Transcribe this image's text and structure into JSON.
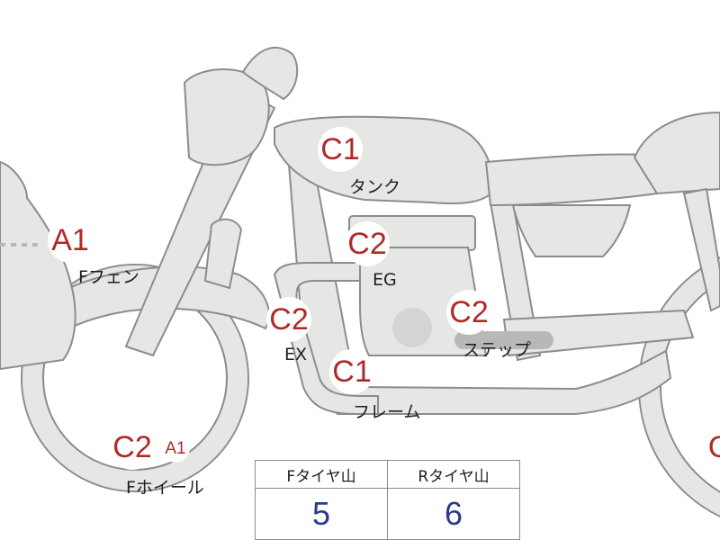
{
  "markers": {
    "tank": "C1",
    "front_fender": "A1",
    "engine": "C2",
    "exhaust": "C2",
    "step": "C2",
    "frame": "C1",
    "front_wheel": "C2",
    "front_wheel_sub": "A1",
    "rear_cutoff": "C"
  },
  "labels": {
    "tank": "タンク",
    "front_fender": "Fフェン",
    "engine": "EG",
    "exhaust": "EX",
    "step": "ステップ",
    "frame": "フレーム",
    "front_wheel": "Fホイール"
  },
  "tread_table": {
    "front_header": "Fタイヤ山",
    "rear_header": "Rタイヤ山",
    "front_value": "5",
    "rear_value": "6"
  },
  "colors": {
    "grade_text": "#b02a2a",
    "tread_value": "#2b3a8c",
    "part_fill": "#e6e6e4",
    "outline": "#8c8c8c"
  }
}
